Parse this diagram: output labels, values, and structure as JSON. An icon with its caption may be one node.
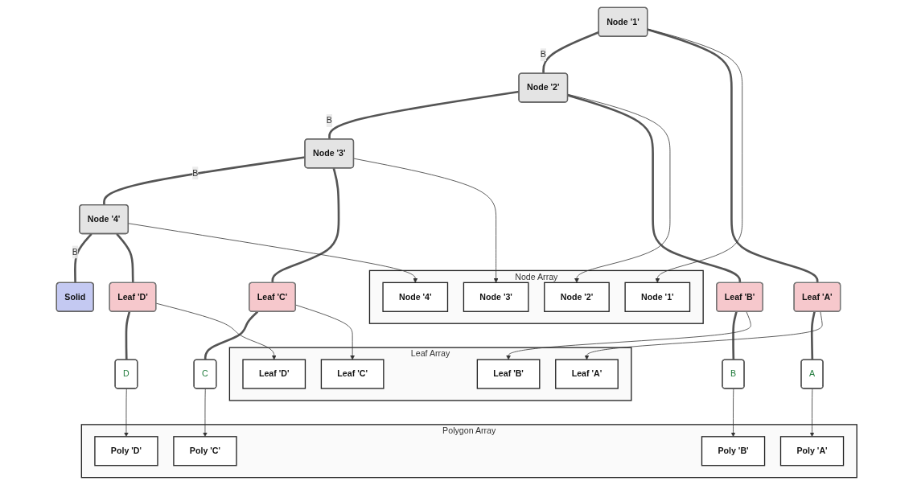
{
  "diagram": {
    "nodes": [
      {
        "text": [
          "Node '1'"
        ]
      },
      {
        "text": [
          "Node '2'"
        ]
      },
      {
        "text": [
          "Leaf 'A'"
        ]
      },
      {
        "text": [
          "Node '3'"
        ]
      },
      {
        "text": [
          "Leaf 'B'"
        ]
      },
      {
        "text": [
          "Node '4'"
        ]
      },
      {
        "text": [
          "Leaf 'C'"
        ]
      },
      {
        "text": [
          "Solid"
        ]
      },
      {
        "text": [
          "Leaf 'D'"
        ]
      },
      {
        "text": [
          "A"
        ]
      },
      {
        "text": [
          "B"
        ]
      },
      {
        "text": [
          "C"
        ]
      },
      {
        "text": [
          "D"
        ]
      },
      {
        "text": [
          "Node Array"
        ]
      },
      {
        "text": [
          "Node '1'"
        ],
        "in": 13
      },
      {
        "text": [
          "Node '2'"
        ],
        "in": 13
      },
      {
        "text": [
          "Node '3'"
        ],
        "in": 13
      },
      {
        "text": [
          "Node '4'"
        ],
        "in": 13
      },
      {
        "text": [
          "Leaf Array"
        ]
      },
      {
        "text": [
          "Leaf 'A'"
        ],
        "in": 18
      },
      {
        "text": [
          "Leaf 'B'"
        ],
        "in": 18
      },
      {
        "text": [
          "Leaf 'C'"
        ],
        "in": 18
      },
      {
        "text": [
          "Leaf 'D'"
        ],
        "in": 18
      },
      {
        "text": [
          "Polygon Array"
        ]
      },
      {
        "text": [
          "Poly 'A'"
        ],
        "in": 23
      },
      {
        "text": [
          "Poly 'B'"
        ],
        "in": 23
      },
      {
        "text": [
          "Poly 'C'"
        ],
        "in": 23
      },
      {
        "text": [
          "Poly 'D'"
        ],
        "in": 23
      }
    ],
    "edges": [
      {
        "from": 0,
        "to": 1,
        "arrow": "none",
        "label": "B",
        "style": "thick"
      },
      {
        "from": 0,
        "to": 2,
        "arrow": "none",
        "style": "thick"
      },
      {
        "from": 1,
        "to": 3,
        "arrow": "none",
        "label": "B",
        "style": "thick"
      },
      {
        "from": 1,
        "to": 4,
        "arrow": "none",
        "style": "thick"
      },
      {
        "from": 3,
        "to": 5,
        "arrow": "none",
        "label": "B",
        "style": "thick"
      },
      {
        "from": 3,
        "to": 6,
        "arrow": "none",
        "style": "thick"
      },
      {
        "from": 5,
        "to": 7,
        "arrow": "none",
        "label": "B",
        "style": "thick"
      },
      {
        "from": 5,
        "to": 8,
        "arrow": "none",
        "style": "thick"
      },
      {
        "from": 2,
        "to": 9,
        "arrow": "none",
        "style": "thick"
      },
      {
        "from": 4,
        "to": 10,
        "arrow": "none",
        "style": "thick"
      },
      {
        "from": 6,
        "to": 11,
        "arrow": "none",
        "style": "thick"
      },
      {
        "from": 8,
        "to": 12,
        "arrow": "none",
        "style": "thick"
      },
      {
        "from": 0,
        "to": 14,
        "arrow": "to"
      },
      {
        "from": 1,
        "to": 15,
        "arrow": "to"
      },
      {
        "from": 3,
        "to": 16,
        "arrow": "to"
      },
      {
        "from": 5,
        "to": 17,
        "arrow": "to"
      },
      {
        "from": 2,
        "to": 19,
        "arrow": "to"
      },
      {
        "from": 4,
        "to": 20,
        "arrow": "to"
      },
      {
        "from": 6,
        "to": 21,
        "arrow": "to"
      },
      {
        "from": 8,
        "to": 22,
        "arrow": "to"
      },
      {
        "from": 9,
        "to": 24,
        "arrow": "to"
      },
      {
        "from": 10,
        "to": 25,
        "arrow": "to"
      },
      {
        "from": 11,
        "to": 26,
        "arrow": "to"
      },
      {
        "from": 12,
        "to": 27,
        "arrow": "to"
      }
    ]
  }
}
